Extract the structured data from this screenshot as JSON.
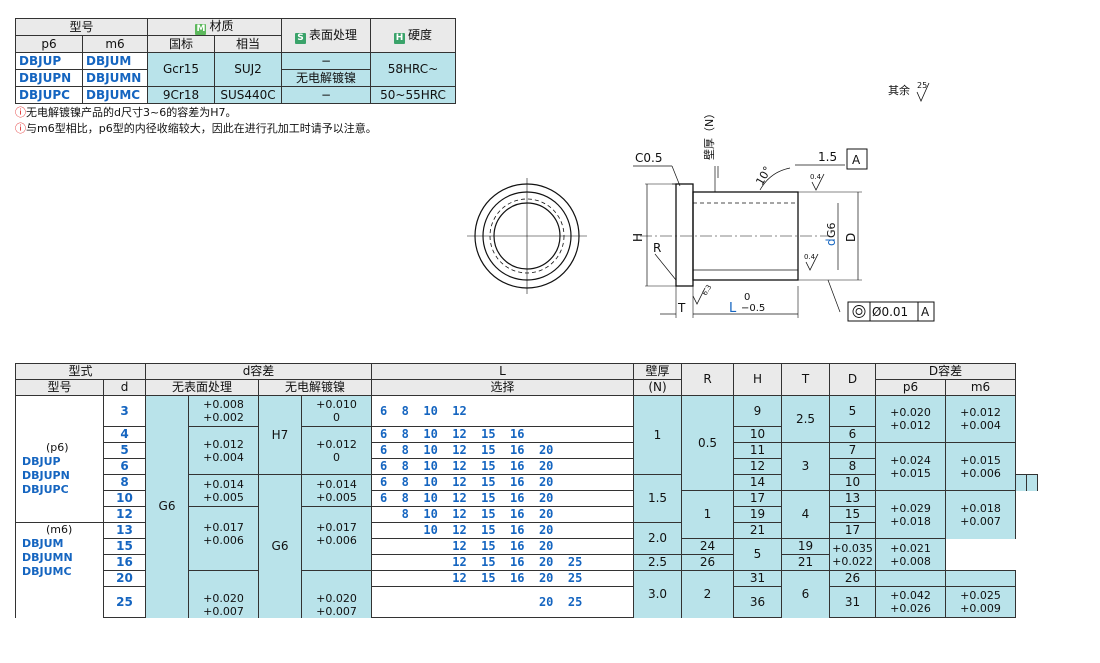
{
  "material_table": {
    "h_model": "型号",
    "h_material": "材质",
    "h_surface": "表面处理",
    "h_hardness": "硬度",
    "h_p6": "p6",
    "h_m6": "m6",
    "h_gb": "国标",
    "h_equiv": "相当",
    "badge_m": "M",
    "badge_s": "S",
    "badge_h": "H",
    "rows": [
      {
        "p6": "DBJUP",
        "m6": "DBJUM",
        "gb": "Gcr15",
        "equiv": "SUJ2",
        "surface": "−",
        "hardness": "58HRC~"
      },
      {
        "p6": "DBJUPN",
        "m6": "DBJUMN",
        "surface": "无电解镀镍"
      },
      {
        "p6": "DBJUPC",
        "m6": "DBJUMC",
        "gb": "9Cr18",
        "equiv": "SUS440C",
        "surface": "−",
        "hardness": "50~55HRC"
      }
    ]
  },
  "notes": [
    "无电解镀镍产品的d尺寸3~6的容差为H7。",
    "与m6型相比，p6型的内径收缩较大，因此在进行孔加工时请予以注意。"
  ],
  "note_mark": "ⓘ",
  "drawing": {
    "rest": "其余",
    "rest_val": "25",
    "chamfer": "C0.5",
    "wall": "壁厚（N）",
    "dim_15": "1.5",
    "datum": "A",
    "angle": "10°",
    "rough04": "0.4",
    "H": "H",
    "R": "R",
    "dG6_d": "d",
    "dG6_g": "G6",
    "D": "D",
    "T": "T",
    "rough63": "6.3",
    "L": "L",
    "L_tol_up": "0",
    "L_tol_low": "−0.5",
    "coax_val": "Ø0.01",
    "coax_datum": "A"
  },
  "main_table": {
    "h_type": "型式",
    "h_dtol": "d容差",
    "h_L": "L",
    "h_wall": "壁厚",
    "h_wall2": "(N)",
    "h_R": "R",
    "h_H": "H",
    "h_T": "T",
    "h_D": "D",
    "h_Dtol": "D容差",
    "h_model": "型号",
    "h_d": "d",
    "h_nosurf": "无表面处理",
    "h_nickel": "无电解镀镍",
    "h_select": "选择",
    "h_p6": "p6",
    "h_m6": "m6",
    "models_p6": [
      "(p6)",
      "DBJUP",
      "DBJUPN",
      "DBJUPC"
    ],
    "models_m6": [
      "(m6)",
      "DBJUM",
      "DBJUMN",
      "DBJUMC"
    ],
    "G6": "G6",
    "H7": "H7",
    "rows": [
      {
        "d": "3",
        "L": "6  8  10  12",
        "H": "9",
        "T": "2.5",
        "D": "5"
      },
      {
        "d": "4",
        "L": "6  8  10  12  15  16",
        "H": "10",
        "D": "6"
      },
      {
        "d": "5",
        "L": "6  8  10  12  15  16  20",
        "H": "11",
        "T": "3",
        "D": "7"
      },
      {
        "d": "6",
        "L": "6  8  10  12  15  16  20",
        "H": "12",
        "D": "8"
      },
      {
        "d": "8",
        "L": "6  8  10  12  15  16  20",
        "H": "14",
        "D": "10"
      },
      {
        "d": "10",
        "L": "6  8  10  12  15  16  20",
        "H": "17",
        "T": "4",
        "D": "13"
      },
      {
        "d": "12",
        "L": "   8  10  12  15  16  20",
        "H": "19",
        "D": "15"
      },
      {
        "d": "13",
        "L": "      10  12  15  16  20",
        "H": "21",
        "D": "17"
      },
      {
        "d": "15",
        "L": "          12  15  16  20",
        "H": "24",
        "T": "5",
        "D": "19"
      },
      {
        "d": "16",
        "L": "          12  15  16  20  25",
        "H": "26",
        "D": "21"
      },
      {
        "d": "20",
        "L": "          12  15  16  20  25",
        "H": "31",
        "D": "26"
      },
      {
        "d": "25",
        "L": "                      20  25",
        "H": "36",
        "T": "6",
        "D": "31"
      }
    ],
    "dtol_nosurf": [
      {
        "a": "+0.008",
        "b": "+0.002"
      },
      {
        "a": "+0.012",
        "b": "+0.004"
      },
      {
        "a": "+0.014",
        "b": "+0.005"
      },
      {
        "a": "+0.017",
        "b": "+0.006"
      },
      {
        "a": "+0.020",
        "b": "+0.007"
      }
    ],
    "dtol_nickel": [
      {
        "a": "+0.010",
        "b": "0"
      },
      {
        "a": "+0.012",
        "b": "0"
      },
      {
        "a": "+0.014",
        "b": "+0.005"
      },
      {
        "a": "+0.017",
        "b": "+0.006"
      },
      {
        "a": "+0.020",
        "b": "+0.007"
      }
    ],
    "wall": [
      "1",
      "1.5",
      "2.0",
      "2.5",
      "3.0"
    ],
    "R": [
      "0.5",
      "1",
      "2"
    ],
    "Dtol": [
      {
        "p6a": "+0.020",
        "p6b": "+0.012",
        "m6a": "+0.012",
        "m6b": "+0.004"
      },
      {
        "p6a": "+0.024",
        "p6b": "+0.015",
        "m6a": "+0.015",
        "m6b": "+0.006"
      },
      {
        "p6a": "+0.029",
        "p6b": "+0.018",
        "m6a": "+0.018",
        "m6b": "+0.007"
      },
      {
        "p6a": "+0.035",
        "p6b": "+0.022",
        "m6a": "+0.021",
        "m6b": "+0.008"
      },
      {
        "p6a": "+0.042",
        "p6b": "+0.026",
        "m6a": "+0.025",
        "m6b": "+0.009"
      }
    ]
  }
}
